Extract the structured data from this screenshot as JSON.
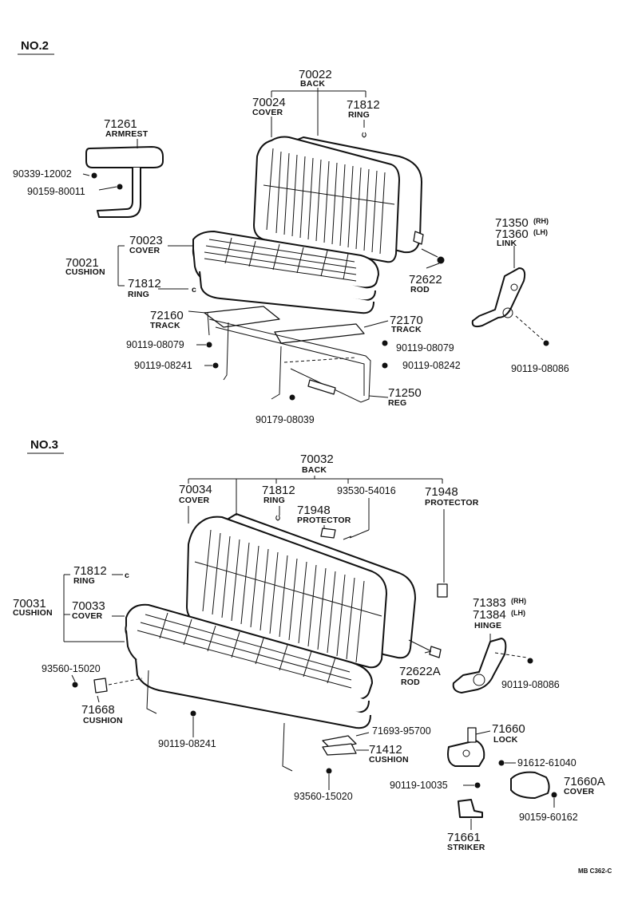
{
  "sections": {
    "no2": "NO.2",
    "no3": "NO.3"
  },
  "no2": {
    "back": {
      "pn": "70022",
      "name": "BACK"
    },
    "back_cover": {
      "pn": "70024",
      "name": "COVER"
    },
    "back_ring": {
      "pn": "71812",
      "name": "RING"
    },
    "armrest": {
      "pn": "71261",
      "name": "ARMREST"
    },
    "bolt_a": "90339-12002",
    "bolt_b": "90159-80011",
    "cushion": {
      "pn": "70021",
      "name": "CUSHION"
    },
    "cushion_cover": {
      "pn": "70023",
      "name": "COVER"
    },
    "cushion_ring": {
      "pn": "71812",
      "name": "RING",
      "mark": "c"
    },
    "rod": {
      "pn": "72622",
      "name": "ROD"
    },
    "link": {
      "pn_rh": "71350",
      "pn_lh": "71360",
      "rh": "(RH)",
      "lh": "(LH)",
      "name": "LINK"
    },
    "link_bolt": "90119-08086",
    "track_l": {
      "pn": "72160",
      "name": "TRACK"
    },
    "track_r": {
      "pn": "72170",
      "name": "TRACK"
    },
    "bolt_c": "90119-08079",
    "bolt_d": "90119-08079",
    "bolt_e": "90119-08241",
    "bolt_f": "90119-08242",
    "reg": {
      "pn": "71250",
      "name": "REG"
    },
    "bolt_g": "90179-08039"
  },
  "no3": {
    "back": {
      "pn": "70032",
      "name": "BACK"
    },
    "back_cover": {
      "pn": "70034",
      "name": "COVER"
    },
    "back_ring": {
      "pn": "71812",
      "name": "RING"
    },
    "screw": "93530-54016",
    "protector_a": {
      "pn": "71948",
      "name": "PROTECTOR"
    },
    "protector_b": {
      "pn": "71948",
      "name": "PROTECTOR"
    },
    "cushion": {
      "pn": "70031",
      "name": "CUSHION"
    },
    "cushion_ring": {
      "pn": "71812",
      "name": "RING",
      "mark": "c"
    },
    "cushion_cover": {
      "pn": "70033",
      "name": "COVER"
    },
    "hinge": {
      "pn_rh": "71383",
      "pn_lh": "71384",
      "rh": "(RH)",
      "lh": "(LH)",
      "name": "HINGE"
    },
    "rod": {
      "pn": "72622A",
      "name": "ROD"
    },
    "hinge_bolt": "90119-08086",
    "bolt_a": "93560-15020",
    "cushion_block": {
      "pn": "71668",
      "name": "CUSHION"
    },
    "bolt_b": "90119-08241",
    "clip": "71693-95700",
    "cushion_pad": {
      "pn": "71412",
      "name": "CUSHION"
    },
    "bolt_c": "93560-15020",
    "lock": {
      "pn": "71660",
      "name": "LOCK"
    },
    "lock_bolt": "91612-61040",
    "lock_bolt2": "90119-10035",
    "lock_cover": {
      "pn": "71660A",
      "name": "COVER"
    },
    "cover_bolt": "90159-60162",
    "striker": {
      "pn": "71661",
      "name": "STRIKER"
    }
  },
  "footer_code": "MB  C362-C"
}
